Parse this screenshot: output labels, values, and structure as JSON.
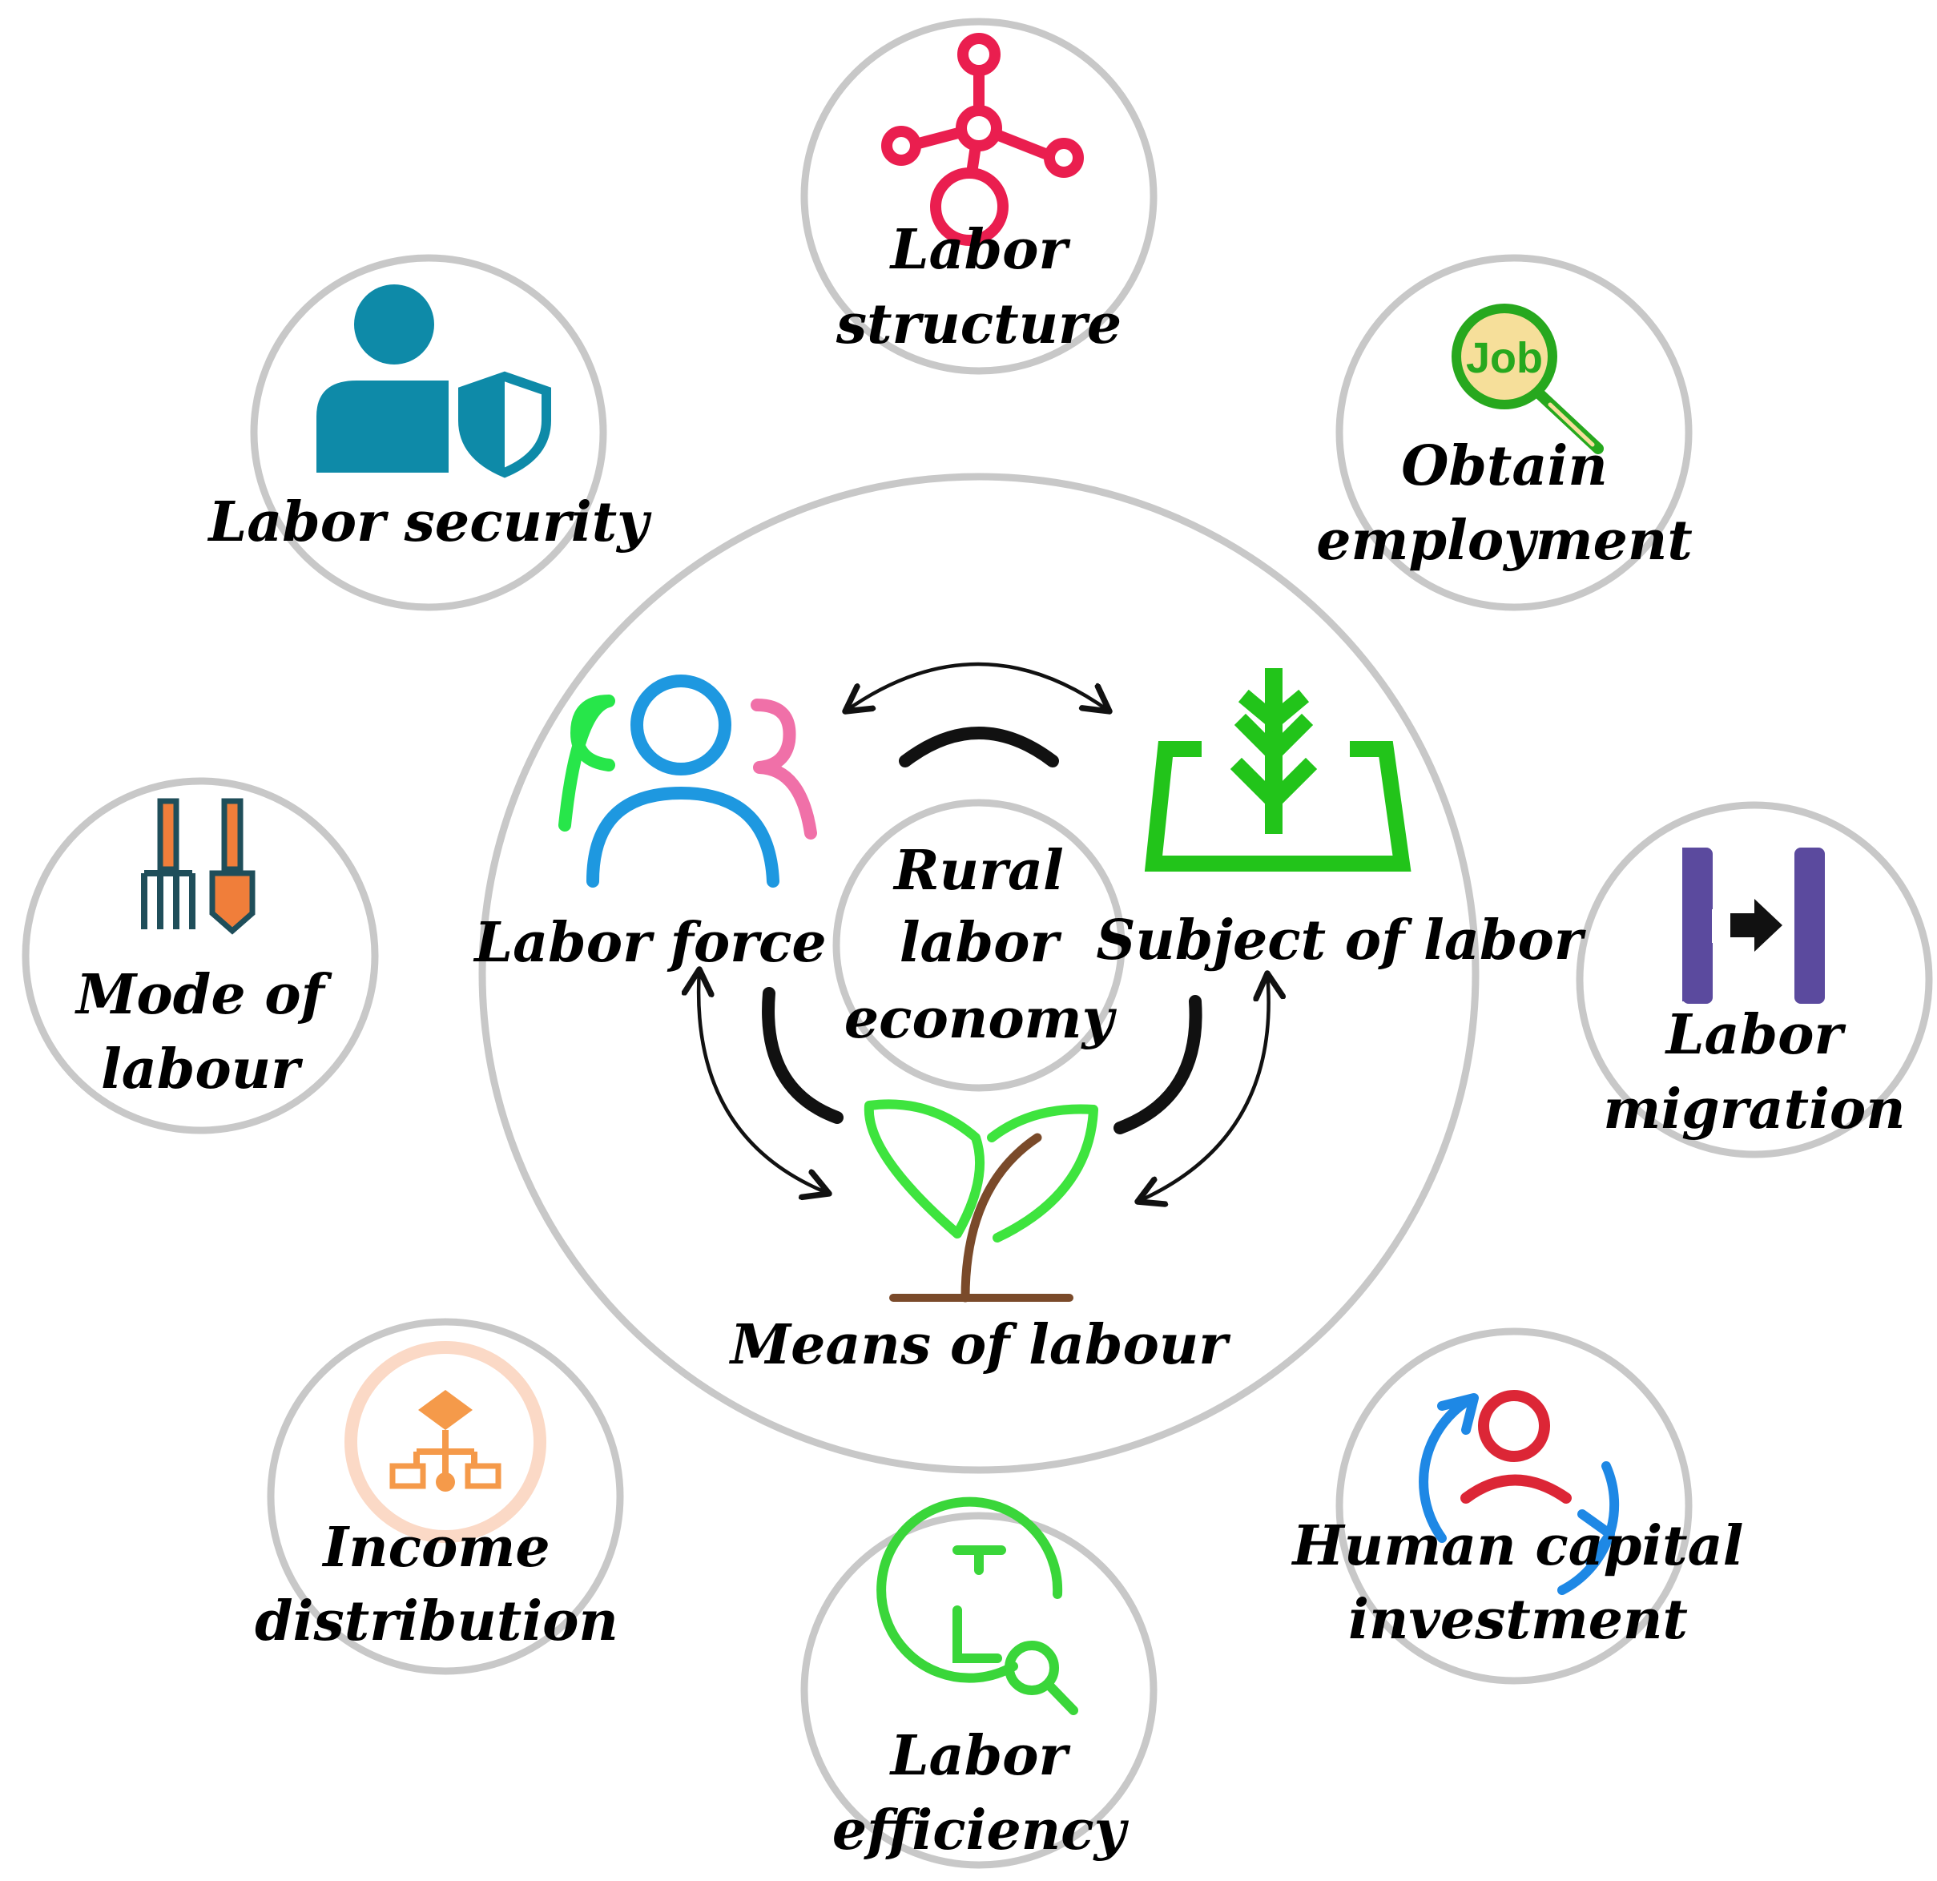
{
  "center": {
    "line1": "Rural",
    "line2": "labor",
    "line3": "economy"
  },
  "inner": {
    "labor_force": "Labor force",
    "subject_of_labor": "Subject of labor",
    "means_of_labour": "Means of labour"
  },
  "outer": {
    "labor_structure": [
      "Labor",
      "structure"
    ],
    "obtain_employment": [
      "Obtain",
      "employment"
    ],
    "labor_migration": [
      "Labor",
      "migration"
    ],
    "human_capital_investment": [
      "Human capital",
      "investment"
    ],
    "labor_efficiency": [
      "Labor",
      "efficiency"
    ],
    "income_distribution": [
      "Income",
      "distribution"
    ],
    "mode_of_labour": [
      "Mode of",
      "labour"
    ],
    "labor_security": "Labor security"
  },
  "icons": {
    "job_badge_text": "Job"
  },
  "colors": {
    "ring": "#c8c8c8",
    "labor_structure": "#ea1e4f",
    "job_green": "#27a81e",
    "job_fill": "#f6df9a",
    "migration": "#5b4a9e",
    "human_red": "#dc2636",
    "human_blue": "#1e88e5",
    "efficiency": "#3ad63a",
    "income": "#f59a4a",
    "mode_dark": "#1f4e5a",
    "mode_orange": "#f07e3a",
    "security": "#0e8aa8",
    "plant_green": "#3ee43e",
    "plant_brown": "#7a4a2a",
    "subject_green": "#22c41a",
    "people_blue": "#1e98e0",
    "people_green": "#27e64a",
    "people_pink": "#f070a8"
  }
}
